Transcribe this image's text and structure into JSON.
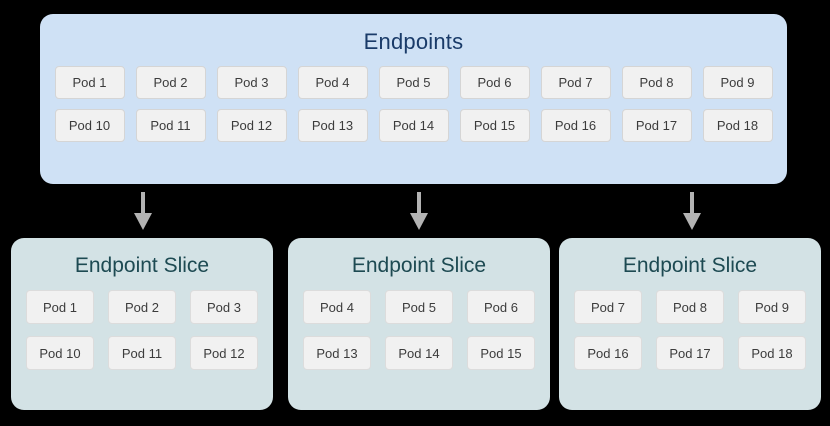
{
  "diagram": {
    "background_color": "#000000",
    "endpoints": {
      "title": "Endpoints",
      "panel_color": "#cfe1f5",
      "title_color": "#1a3b69",
      "rows": [
        [
          "Pod 1",
          "Pod 2",
          "Pod 3",
          "Pod 4",
          "Pod 5",
          "Pod 6",
          "Pod 7",
          "Pod 8",
          "Pod 9"
        ],
        [
          "Pod 10",
          "Pod 11",
          "Pod 12",
          "Pod 13",
          "Pod 14",
          "Pod 15",
          "Pod 16",
          "Pod 17",
          "Pod 18"
        ]
      ]
    },
    "arrows": [
      {
        "name": "arrow-to-slice-1",
        "color": "#b3b3b3"
      },
      {
        "name": "arrow-to-slice-2",
        "color": "#b3b3b3"
      },
      {
        "name": "arrow-to-slice-3",
        "color": "#b3b3b3"
      }
    ],
    "slices": [
      {
        "title": "Endpoint Slice",
        "panel_color": "#d3e2e5",
        "title_color": "#1d4a52",
        "rows": [
          [
            "Pod 1",
            "Pod 2",
            "Pod 3"
          ],
          [
            "Pod 10",
            "Pod 11",
            "Pod 12"
          ]
        ]
      },
      {
        "title": "Endpoint Slice",
        "panel_color": "#d3e2e5",
        "title_color": "#1d4a52",
        "rows": [
          [
            "Pod 4",
            "Pod 5",
            "Pod 6"
          ],
          [
            "Pod 13",
            "Pod 14",
            "Pod 15"
          ]
        ]
      },
      {
        "title": "Endpoint Slice",
        "panel_color": "#d3e2e5",
        "title_color": "#1d4a52",
        "rows": [
          [
            "Pod 7",
            "Pod 8",
            "Pod 9"
          ],
          [
            "Pod 16",
            "Pod 17",
            "Pod 18"
          ]
        ]
      }
    ],
    "chip_color": "#f1f1f1",
    "chip_text_color": "#3c3c3c"
  }
}
